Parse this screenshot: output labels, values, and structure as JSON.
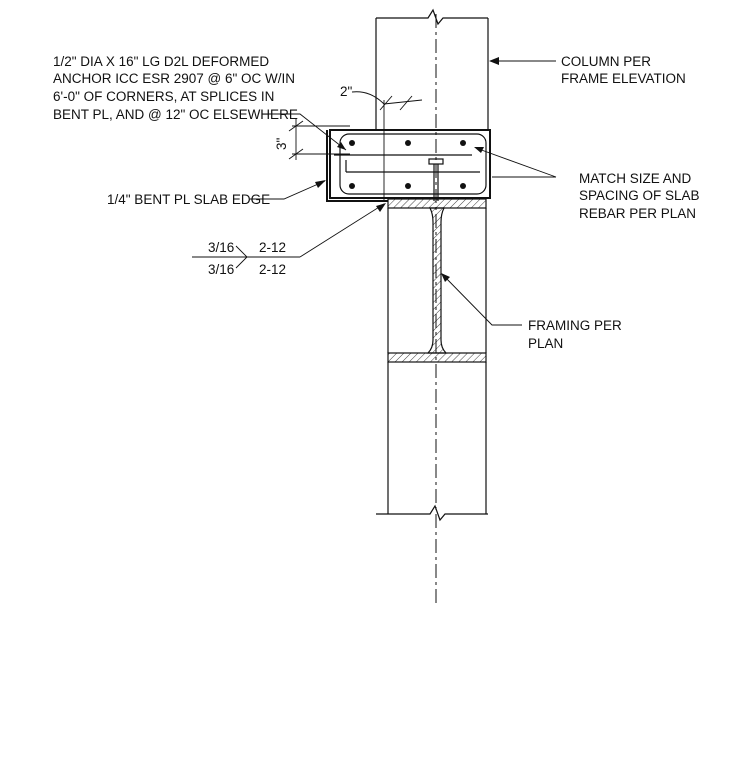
{
  "notes": {
    "anchor": [
      "1/2\" DIA X 16\" LG D2L DEFORMED",
      "ANCHOR ICC ESR 2907 @ 6\" OC W/IN",
      "6'-0\" OF CORNERS, AT SPLICES IN",
      "BENT PL, AND @ 12\" OC ELSEWHERE"
    ],
    "column": [
      "COLUMN PER",
      "FRAME ELEVATION"
    ],
    "rebar": [
      "MATCH SIZE AND",
      "SPACING OF SLAB",
      "REBAR PER PLAN"
    ],
    "slab_edge": "1/4\" BENT PL SLAB EDGE",
    "framing": [
      "FRAMING PER",
      "PLAN"
    ]
  },
  "dimensions": {
    "horizontal": "2\"",
    "vertical": "3\""
  },
  "weld": {
    "top_size": "3/16",
    "top_length": "2-12",
    "bottom_size": "3/16",
    "bottom_length": "2-12"
  }
}
